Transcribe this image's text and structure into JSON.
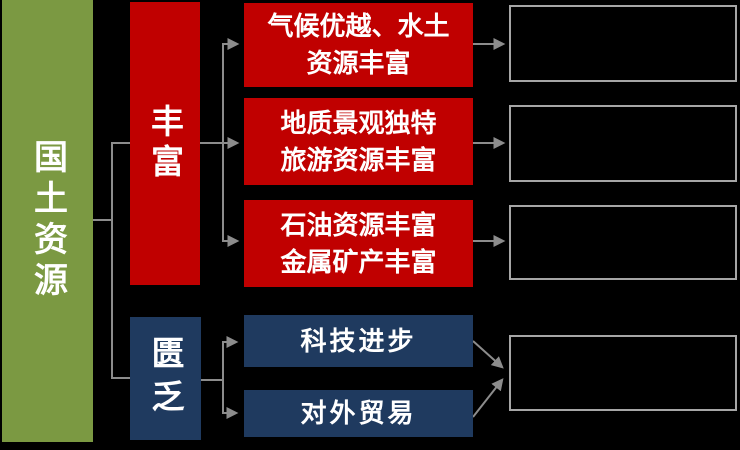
{
  "diagram": {
    "root": {
      "label": "国土资源"
    },
    "branches": {
      "rich": {
        "label": "丰富",
        "items": [
          {
            "lines": [
              "气候优越、水土",
              "资源丰富"
            ]
          },
          {
            "lines": [
              "地质景观独特",
              "旅游资源丰富"
            ]
          },
          {
            "lines": [
              "石油资源丰富",
              "金属矿产丰富"
            ]
          }
        ]
      },
      "scarce": {
        "label": "匮乏",
        "items": [
          {
            "label": "科技进步"
          },
          {
            "label": "对外贸易"
          }
        ]
      }
    },
    "result_boxes": {
      "count": 4,
      "content": ""
    },
    "colors": {
      "background": "#000000",
      "root_green": "#7B9942",
      "rich_red": "#C00000",
      "scarce_blue": "#1F3A5F",
      "connector_gray": "#8C8C8C",
      "result_border_gray": "#A6A6A6",
      "text_white": "#FFFFFF"
    }
  }
}
